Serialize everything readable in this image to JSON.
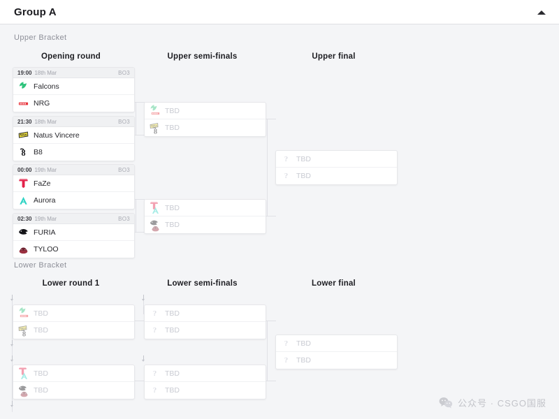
{
  "header": {
    "title": "Group A",
    "collapse_icon": "chevron-up-icon"
  },
  "brackets": {
    "upper_label": "Upper Bracket",
    "lower_label": "Lower Bracket"
  },
  "rounds": {
    "upper": [
      "Opening round",
      "Upper semi-finals",
      "Upper final"
    ],
    "lower": [
      "Lower round 1",
      "Lower semi-finals",
      "Lower final"
    ]
  },
  "tbd_label": "TBD",
  "format": "BO3",
  "teams": {
    "falcons": {
      "name": "Falcons",
      "color": "#2fc37c"
    },
    "nrg": {
      "name": "NRG",
      "color": "#e8343c"
    },
    "navi": {
      "name": "Natus Vincere",
      "color": "#f2e33a"
    },
    "b8": {
      "name": "B8",
      "color": "#141418"
    },
    "faze": {
      "name": "FaZe",
      "color": "#e3224a"
    },
    "aurora": {
      "name": "Aurora",
      "color": "#2fd3c4"
    },
    "furia": {
      "name": "FURIA",
      "color": "#141418"
    },
    "tyloo": {
      "name": "TYLOO",
      "color": "#9b3040"
    }
  },
  "upper_opening": [
    {
      "time": "19:00",
      "date": "18th Mar",
      "bo": "BO3",
      "teams": [
        "falcons",
        "nrg"
      ]
    },
    {
      "time": "21:30",
      "date": "18th Mar",
      "bo": "BO3",
      "teams": [
        "navi",
        "b8"
      ]
    },
    {
      "time": "00:00",
      "date": "19th Mar",
      "bo": "BO3",
      "teams": [
        "faze",
        "aurora"
      ]
    },
    {
      "time": "02:30",
      "date": "19th Mar",
      "bo": "BO3",
      "teams": [
        "furia",
        "tyloo"
      ]
    }
  ],
  "upper_semis": [
    {
      "rows": [
        {
          "label": "TBD",
          "stack": [
            "falcons",
            "nrg"
          ]
        },
        {
          "label": "TBD",
          "stack": [
            "navi",
            "b8"
          ]
        }
      ]
    },
    {
      "rows": [
        {
          "label": "TBD",
          "stack": [
            "faze",
            "aurora"
          ]
        },
        {
          "label": "TBD",
          "stack": [
            "furia",
            "tyloo"
          ]
        }
      ]
    }
  ],
  "upper_final": [
    {
      "rows": [
        {
          "label": "TBD",
          "icon": "question-icon"
        },
        {
          "label": "TBD",
          "icon": "question-icon"
        }
      ]
    }
  ],
  "lower_round1": [
    {
      "rows": [
        {
          "label": "TBD",
          "stack": [
            "falcons",
            "nrg"
          ]
        },
        {
          "label": "TBD",
          "stack": [
            "navi",
            "b8"
          ]
        }
      ]
    },
    {
      "rows": [
        {
          "label": "TBD",
          "stack": [
            "faze",
            "aurora"
          ]
        },
        {
          "label": "TBD",
          "stack": [
            "furia",
            "tyloo"
          ]
        }
      ]
    }
  ],
  "lower_semis": [
    {
      "rows": [
        {
          "label": "TBD",
          "icon": "question-icon"
        },
        {
          "label": "TBD",
          "icon": "question-icon"
        }
      ]
    },
    {
      "rows": [
        {
          "label": "TBD",
          "icon": "question-icon"
        },
        {
          "label": "TBD",
          "icon": "question-icon"
        }
      ]
    }
  ],
  "lower_final": [
    {
      "rows": [
        {
          "label": "TBD",
          "icon": "question-icon"
        },
        {
          "label": "TBD",
          "icon": "question-icon"
        }
      ]
    }
  ],
  "watermark": {
    "icon": "wechat-icon",
    "text": "公众号 · CSGO国服"
  },
  "colors": {
    "page_bg": "#f4f5f7",
    "card_bg": "#ffffff",
    "card_border": "#e6e7ea",
    "connector": "#e0e1e6",
    "tbd_text": "#c9cbd2"
  }
}
